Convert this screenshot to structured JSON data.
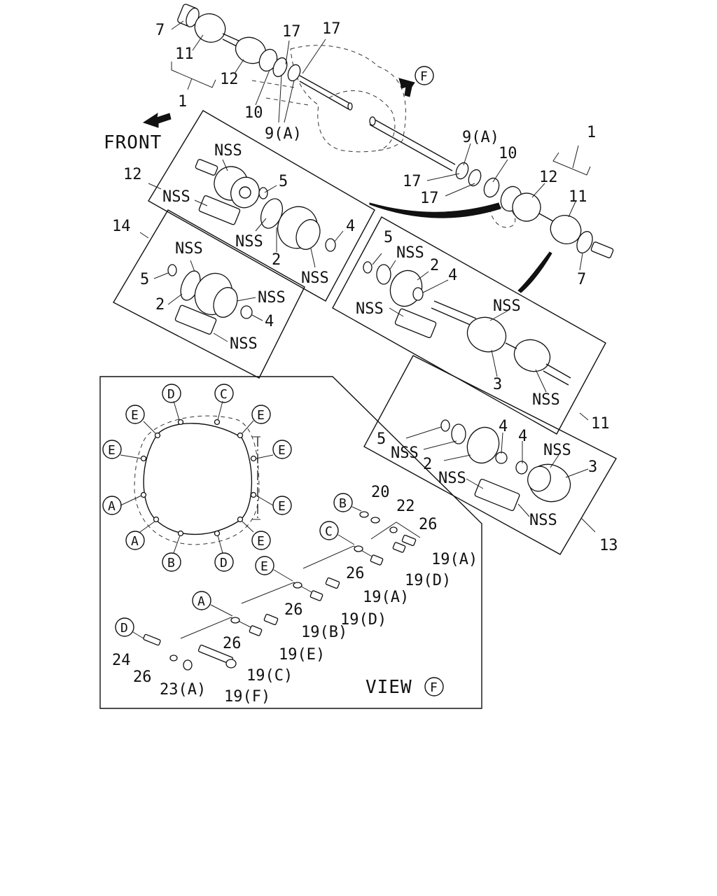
{
  "labels": {
    "front": "FRONT",
    "view": "VIEW",
    "n1": "1",
    "n2": "2",
    "n3": "3",
    "n4": "4",
    "n5": "5",
    "n7": "7",
    "n9a": "9(A)",
    "n10": "10",
    "n11": "11",
    "n12": "12",
    "n13": "13",
    "n14": "14",
    "n17": "17",
    "n19a": "19(A)",
    "n19b": "19(B)",
    "n19c": "19(C)",
    "n19d": "19(D)",
    "n19e": "19(E)",
    "n19f": "19(F)",
    "n20": "20",
    "n22": "22",
    "n23a": "23(A)",
    "n24": "24",
    "n26": "26",
    "nss": "NSS"
  },
  "circle_letters": {
    "a": "A",
    "b": "B",
    "c": "C",
    "d": "D",
    "e": "E",
    "f": "F"
  }
}
